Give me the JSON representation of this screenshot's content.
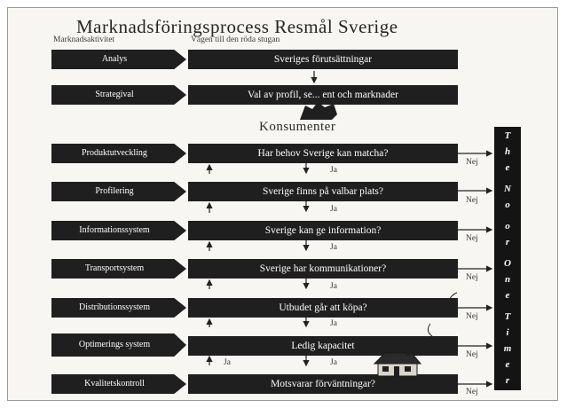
{
  "title": "Marknadsföringsprocess Resmål Sverige",
  "headers": {
    "left": "Marknadsaktivitet",
    "right": "Vägen till den röda stugan"
  },
  "top_rows": [
    {
      "left": "Analys",
      "center": "Sveriges förutsättningar"
    },
    {
      "left": "Strategival",
      "center": "Val av profil, se... ent och marknader"
    }
  ],
  "konsumenter": "Konsumenter",
  "rows": [
    {
      "left": "Produktutveckling",
      "center": "Har behov Sverige kan matcha?"
    },
    {
      "left": "Profilering",
      "center": "Sverige finns på valbar plats?"
    },
    {
      "left": "Informationssystem",
      "center": "Sverige kan ge information?"
    },
    {
      "left": "Transportsystem",
      "center": "Sverige har kommunikationer?"
    },
    {
      "left": "Distributionssystem",
      "center": "Utbudet går att köpa?"
    },
    {
      "left": "Optimerings system",
      "center": "Ledig kapacitet"
    },
    {
      "left": "Kvalitetskontroll",
      "center": "Motsvarar förväntningar?"
    }
  ],
  "yes_label": "Ja",
  "no_label": "Nej",
  "vertical_text": [
    "T",
    "h",
    "e",
    "N",
    "o",
    "o",
    "r",
    "O",
    "n",
    "e",
    "T",
    "i",
    "m",
    "e",
    "r"
  ],
  "colors": {
    "box": "#1f1f1f",
    "background": "#f7f6f2",
    "bar": "#141414"
  }
}
